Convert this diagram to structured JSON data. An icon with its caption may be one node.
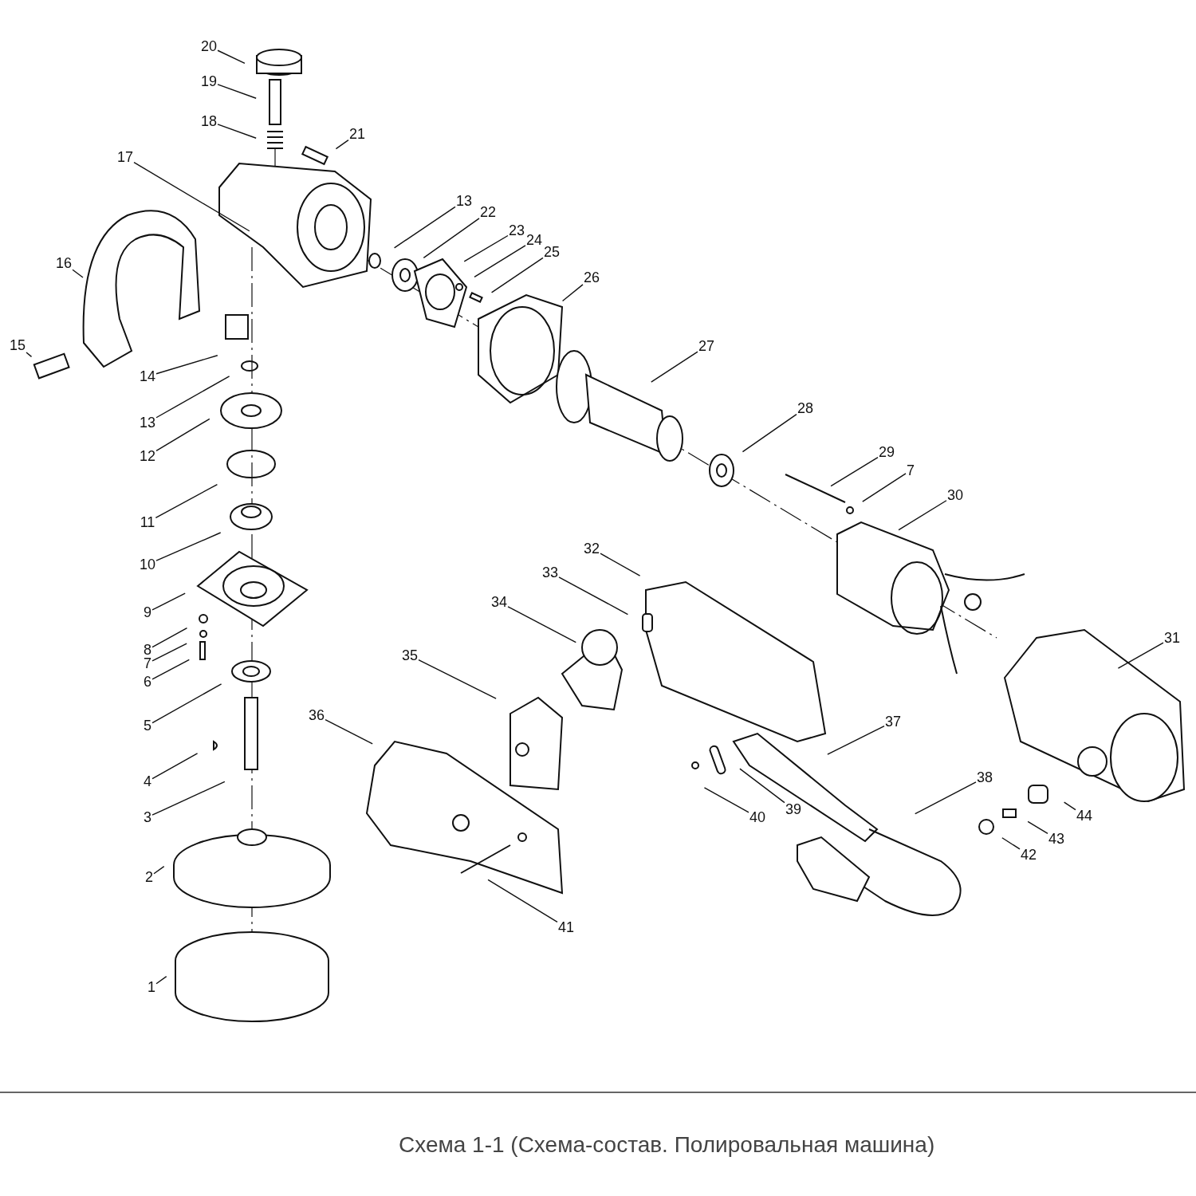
{
  "diagram": {
    "caption": "Схема 1-1 (Схема-состав. Полировальная машина)",
    "nodes": [
      {
        "text": [
          "20"
        ]
      },
      {
        "text": [
          "19"
        ]
      },
      {
        "text": [
          "18"
        ]
      },
      {
        "text": [
          "21"
        ]
      },
      {
        "text": [
          "17"
        ]
      },
      {
        "text": [
          "13"
        ]
      },
      {
        "text": [
          "22"
        ]
      },
      {
        "text": [
          "23"
        ]
      },
      {
        "text": [
          "24"
        ]
      },
      {
        "text": [
          "25"
        ]
      },
      {
        "text": [
          "16"
        ]
      },
      {
        "text": [
          "26"
        ]
      },
      {
        "text": [
          "15"
        ]
      },
      {
        "text": [
          "14"
        ]
      },
      {
        "text": [
          "27"
        ]
      },
      {
        "text": [
          "13"
        ]
      },
      {
        "text": [
          "12"
        ]
      },
      {
        "text": [
          "28"
        ]
      },
      {
        "text": [
          "29"
        ]
      },
      {
        "text": [
          "7"
        ]
      },
      {
        "text": [
          "11"
        ]
      },
      {
        "text": [
          "30"
        ]
      },
      {
        "text": [
          "10"
        ]
      },
      {
        "text": [
          "32"
        ]
      },
      {
        "text": [
          "33"
        ]
      },
      {
        "text": [
          "9"
        ]
      },
      {
        "text": [
          "34"
        ]
      },
      {
        "text": [
          "8"
        ]
      },
      {
        "text": [
          "7"
        ]
      },
      {
        "text": [
          "6"
        ]
      },
      {
        "text": [
          "35"
        ]
      },
      {
        "text": [
          "36"
        ]
      },
      {
        "text": [
          "5"
        ]
      },
      {
        "text": [
          "37"
        ]
      },
      {
        "text": [
          "4"
        ]
      },
      {
        "text": [
          "31"
        ]
      },
      {
        "text": [
          "3"
        ]
      },
      {
        "text": [
          "38"
        ]
      },
      {
        "text": [
          "40"
        ]
      },
      {
        "text": [
          "39"
        ]
      },
      {
        "text": [
          "44"
        ]
      },
      {
        "text": [
          "43"
        ]
      },
      {
        "text": [
          "2"
        ]
      },
      {
        "text": [
          "42"
        ]
      },
      {
        "text": [
          "41"
        ]
      },
      {
        "text": [
          "1"
        ]
      }
    ],
    "edges": [
      {
        "from": 0,
        "to": null,
        "arrow": "none"
      },
      {
        "from": 1,
        "to": null,
        "arrow": "none"
      },
      {
        "from": 2,
        "to": null,
        "arrow": "none"
      },
      {
        "from": 3,
        "to": null,
        "arrow": "none"
      },
      {
        "from": 4,
        "to": null,
        "arrow": "none"
      },
      {
        "from": 5,
        "to": null,
        "arrow": "none"
      },
      {
        "from": 6,
        "to": null,
        "arrow": "none"
      },
      {
        "from": 7,
        "to": null,
        "arrow": "none"
      },
      {
        "from": 8,
        "to": null,
        "arrow": "none"
      },
      {
        "from": 9,
        "to": null,
        "arrow": "none"
      },
      {
        "from": 10,
        "to": null,
        "arrow": "none"
      },
      {
        "from": 11,
        "to": null,
        "arrow": "none"
      },
      {
        "from": 12,
        "to": null,
        "arrow": "none"
      },
      {
        "from": 13,
        "to": null,
        "arrow": "none"
      },
      {
        "from": 14,
        "to": null,
        "arrow": "none"
      },
      {
        "from": 15,
        "to": null,
        "arrow": "none"
      },
      {
        "from": 16,
        "to": null,
        "arrow": "none"
      },
      {
        "from": 17,
        "to": null,
        "arrow": "none"
      },
      {
        "from": 18,
        "to": null,
        "arrow": "none"
      },
      {
        "from": 19,
        "to": null,
        "arrow": "none"
      },
      {
        "from": 20,
        "to": null,
        "arrow": "none"
      },
      {
        "from": 21,
        "to": null,
        "arrow": "none"
      },
      {
        "from": 22,
        "to": null,
        "arrow": "none"
      },
      {
        "from": 23,
        "to": null,
        "arrow": "none"
      },
      {
        "from": 24,
        "to": null,
        "arrow": "none"
      },
      {
        "from": 25,
        "to": null,
        "arrow": "none"
      },
      {
        "from": 26,
        "to": null,
        "arrow": "none"
      },
      {
        "from": 27,
        "to": null,
        "arrow": "none"
      },
      {
        "from": 28,
        "to": null,
        "arrow": "none"
      },
      {
        "from": 29,
        "to": null,
        "arrow": "none"
      },
      {
        "from": 30,
        "to": null,
        "arrow": "none"
      },
      {
        "from": 31,
        "to": null,
        "arrow": "none"
      },
      {
        "from": 32,
        "to": null,
        "arrow": "none"
      },
      {
        "from": 33,
        "to": null,
        "arrow": "none"
      },
      {
        "from": 34,
        "to": null,
        "arrow": "none"
      },
      {
        "from": 35,
        "to": null,
        "arrow": "none"
      },
      {
        "from": 36,
        "to": null,
        "arrow": "none"
      },
      {
        "from": 37,
        "to": null,
        "arrow": "none"
      },
      {
        "from": 38,
        "to": null,
        "arrow": "none"
      },
      {
        "from": 39,
        "to": null,
        "arrow": "none"
      },
      {
        "from": 40,
        "to": null,
        "arrow": "none"
      },
      {
        "from": 41,
        "to": null,
        "arrow": "none"
      },
      {
        "from": 42,
        "to": null,
        "arrow": "none"
      },
      {
        "from": 43,
        "to": null,
        "arrow": "none"
      },
      {
        "from": 44,
        "to": null,
        "arrow": "none"
      },
      {
        "from": 45,
        "to": null,
        "arrow": "none"
      }
    ]
  }
}
